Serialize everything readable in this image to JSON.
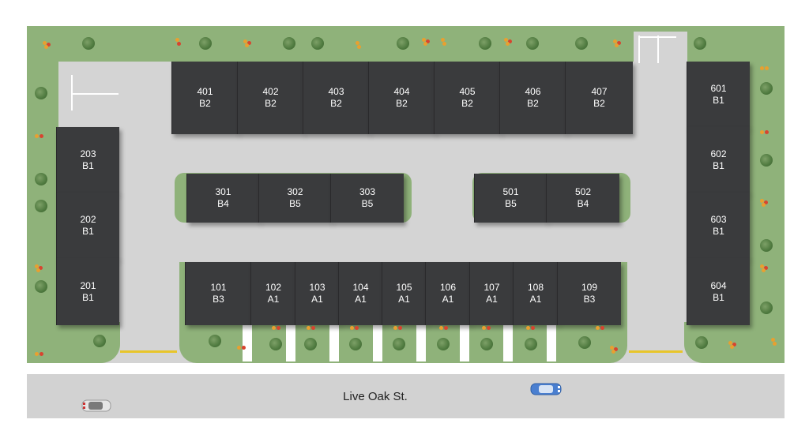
{
  "map": {
    "street_name": "Live Oak St.",
    "colors": {
      "grass": "#8fb27a",
      "pavement": "#d4d4d4",
      "building": "#3a3b3d",
      "label": "#ffffff",
      "curb_marking": "#e8c52a"
    },
    "buildings": [
      {
        "id": "400",
        "units": [
          {
            "unit": "401",
            "plan": "B2"
          },
          {
            "unit": "402",
            "plan": "B2"
          },
          {
            "unit": "403",
            "plan": "B2"
          },
          {
            "unit": "404",
            "plan": "B2"
          },
          {
            "unit": "405",
            "plan": "B2"
          },
          {
            "unit": "406",
            "plan": "B2"
          },
          {
            "unit": "407",
            "plan": "B2"
          }
        ]
      },
      {
        "id": "200",
        "units": [
          {
            "unit": "203",
            "plan": "B1"
          },
          {
            "unit": "202",
            "plan": "B1"
          },
          {
            "unit": "201",
            "plan": "B1"
          }
        ]
      },
      {
        "id": "300",
        "units": [
          {
            "unit": "301",
            "plan": "B4"
          },
          {
            "unit": "302",
            "plan": "B5"
          },
          {
            "unit": "303",
            "plan": "B5"
          }
        ]
      },
      {
        "id": "500",
        "units": [
          {
            "unit": "501",
            "plan": "B5"
          },
          {
            "unit": "502",
            "plan": "B4"
          }
        ]
      },
      {
        "id": "100",
        "units": [
          {
            "unit": "101",
            "plan": "B3"
          },
          {
            "unit": "102",
            "plan": "A1"
          },
          {
            "unit": "103",
            "plan": "A1"
          },
          {
            "unit": "104",
            "plan": "A1"
          },
          {
            "unit": "105",
            "plan": "A1"
          },
          {
            "unit": "106",
            "plan": "A1"
          },
          {
            "unit": "107",
            "plan": "A1"
          },
          {
            "unit": "108",
            "plan": "A1"
          },
          {
            "unit": "109",
            "plan": "B3"
          }
        ]
      },
      {
        "id": "600",
        "units": [
          {
            "unit": "601",
            "plan": "B1"
          },
          {
            "unit": "602",
            "plan": "B1"
          },
          {
            "unit": "603",
            "plan": "B1"
          },
          {
            "unit": "604",
            "plan": "B1"
          }
        ]
      }
    ],
    "vehicles": [
      {
        "name": "car-white",
        "color": "#e6e6e6"
      },
      {
        "name": "car-blue",
        "color": "#4a7fd0"
      }
    ]
  }
}
